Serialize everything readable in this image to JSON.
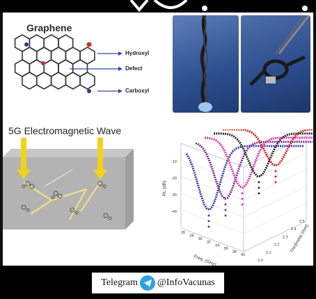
{
  "graphene": {
    "title": "Graphene",
    "labels": [
      "Hydroxyl",
      "Defect",
      "Carboxyl"
    ]
  },
  "em_title": "5G Electromagnetic Wave",
  "chart_data": {
    "type": "line",
    "title": "",
    "xlabel": "Freq. (GHz)",
    "ylabel": "RL (dB)",
    "zlabel": "Thickness (mm)",
    "x_ticks": [
      "26",
      "28",
      "30",
      "32",
      "34",
      "36",
      "38",
      "40"
    ],
    "y_ticks": [
      "-10",
      "-20",
      "-30",
      "-40"
    ],
    "z_ticks": [
      "2.0",
      "2.1",
      "2.2",
      "2.3",
      "2.4",
      "2.5"
    ],
    "series": [
      {
        "color": "#3b3fa8"
      },
      {
        "color": "#7a2f8c"
      },
      {
        "color": "#e034b8"
      },
      {
        "color": "#2b2b2b"
      },
      {
        "color": "#d42020"
      }
    ]
  },
  "footer": {
    "telegram_label": "Telegram",
    "handle": "@InfoVacunas",
    "icon": "telegram-icon"
  }
}
